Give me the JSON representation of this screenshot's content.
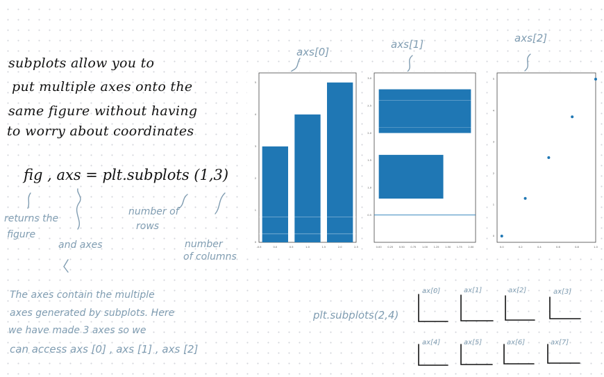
{
  "main_text": {
    "line1": "subplots allow you to",
    "line2": "put multiple axes onto the",
    "line3": "same figure without having",
    "line4": "to worry about coordinates"
  },
  "code": "fig , axs = plt.subplots (1,3)",
  "annotations": {
    "returns_line1": "returns the",
    "returns_line2": "figure",
    "and_axes": "and axes",
    "rows_line1": "number of",
    "rows_line2": "rows",
    "cols_line1": "number",
    "cols_line2": "of columns"
  },
  "explanation": {
    "line1": "The axes contain the multiple",
    "line2": "axes generated by subplots. Here",
    "line3": "we have made 3 axes so we",
    "line4": "can access axs [0] , axs [1] , axs [2]"
  },
  "axis_labels": {
    "axs0": "axs[0]",
    "axs1": "axs[1]",
    "axs2": "axs[2]"
  },
  "grid_example": {
    "label": "plt.subplots(2,4)",
    "top_row": [
      "ax[0]",
      "ax[1]",
      "ax[2]",
      "ax[3]"
    ],
    "bottom_row": [
      "ax[4]",
      "ax[5]",
      "ax[6]",
      "ax[7]"
    ]
  },
  "colors": {
    "bar": "#1f77b4",
    "annotation": "#7f9cb1",
    "ink": "#111111"
  },
  "chart_data": [
    {
      "type": "bar",
      "categories": [
        0,
        1,
        2
      ],
      "values": [
        3,
        4,
        5
      ],
      "xlim": [
        -0.5,
        2.5
      ],
      "ylim": [
        0,
        5.3
      ],
      "x_tick_labels": [
        "-0.5",
        "0.0",
        "0.5",
        "1.0",
        "1.5",
        "2.0",
        "2.5"
      ],
      "y_tick_labels": [
        "0",
        "1",
        "2",
        "3",
        "4",
        "5"
      ]
    },
    {
      "type": "bar",
      "orientation": "horizontal",
      "categories": [
        2.4,
        1.2
      ],
      "values": [
        2.0,
        1.4
      ],
      "xlim": [
        -0.1,
        2.1
      ],
      "ylim": [
        0.0,
        3.1
      ],
      "x_tick_labels": [
        "0.00",
        "0.25",
        "0.50",
        "0.75",
        "1.00",
        "1.25",
        "1.50",
        "1.75",
        "2.00"
      ],
      "y_tick_labels": [
        "0.5",
        "1.0",
        "1.5",
        "2.0",
        "2.5",
        "3.0"
      ]
    },
    {
      "type": "scatter",
      "x": [
        0,
        0.25,
        0.5,
        0.75,
        1.0
      ],
      "y": [
        0,
        1.2,
        2.5,
        3.8,
        5.0
      ],
      "xlim": [
        -0.05,
        1.0
      ],
      "ylim": [
        -0.2,
        5.2
      ],
      "x_tick_labels": [
        "0.0",
        "0.2",
        "0.4",
        "0.6",
        "0.8",
        "1.0"
      ],
      "y_tick_labels": [
        "0",
        "1",
        "2",
        "3",
        "4",
        "5"
      ]
    }
  ]
}
